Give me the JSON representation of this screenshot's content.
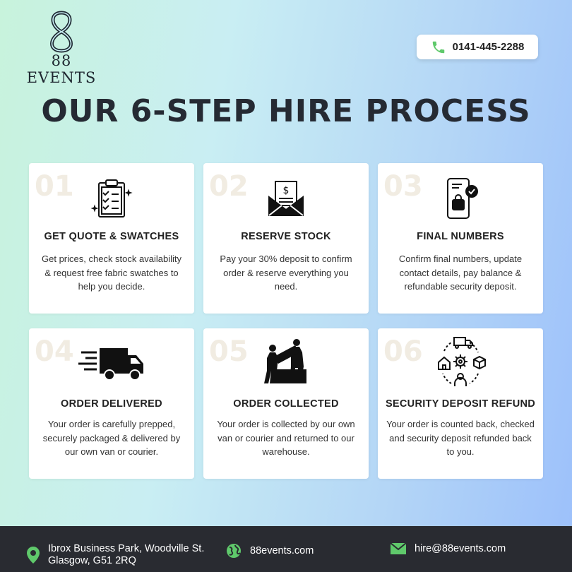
{
  "brand": {
    "name": "88 EVENTS",
    "logo_mark": "8"
  },
  "contact": {
    "phone": "0141-445-2288"
  },
  "title": "OUR 6-STEP HIRE PROCESS",
  "colors": {
    "accent": "#5fc96b",
    "footer_bg": "#292b31",
    "text_dark": "#252a33"
  },
  "steps": [
    {
      "num": "01",
      "icon": "clipboard-checklist-icon",
      "heading": "GET QUOTE & SWATCHES",
      "text": "Get prices, check stock availability & request free fabric swatches to help you decide."
    },
    {
      "num": "02",
      "icon": "envelope-invoice-icon",
      "heading": "RESERVE STOCK",
      "text": "Pay your 30% deposit to confirm order & reserve everything you need."
    },
    {
      "num": "03",
      "icon": "phone-shopping-check-icon",
      "heading": "FINAL NUMBERS",
      "text": "Confirm final numbers, update contact details, pay balance & refundable security deposit."
    },
    {
      "num": "04",
      "icon": "delivery-truck-icon",
      "heading": "ORDER DELIVERED",
      "text": "Your order is carefully prepped, securely packaged & delivered by our own van or courier."
    },
    {
      "num": "05",
      "icon": "movers-carrying-box-icon",
      "heading": "ORDER COLLECTED",
      "text": "Your order is collected by our own van or courier and returned to our warehouse."
    },
    {
      "num": "06",
      "icon": "logistics-cycle-icon",
      "heading": "SECURITY DEPOSIT REFUND",
      "text": "Your order is counted back, checked and security deposit refunded back to you."
    }
  ],
  "footer": {
    "address_line1": "Ibrox Business Park, Woodville St.",
    "address_line2": "Glasgow, G51 2RQ",
    "website": "88events.com",
    "email": "hire@88events.com"
  }
}
